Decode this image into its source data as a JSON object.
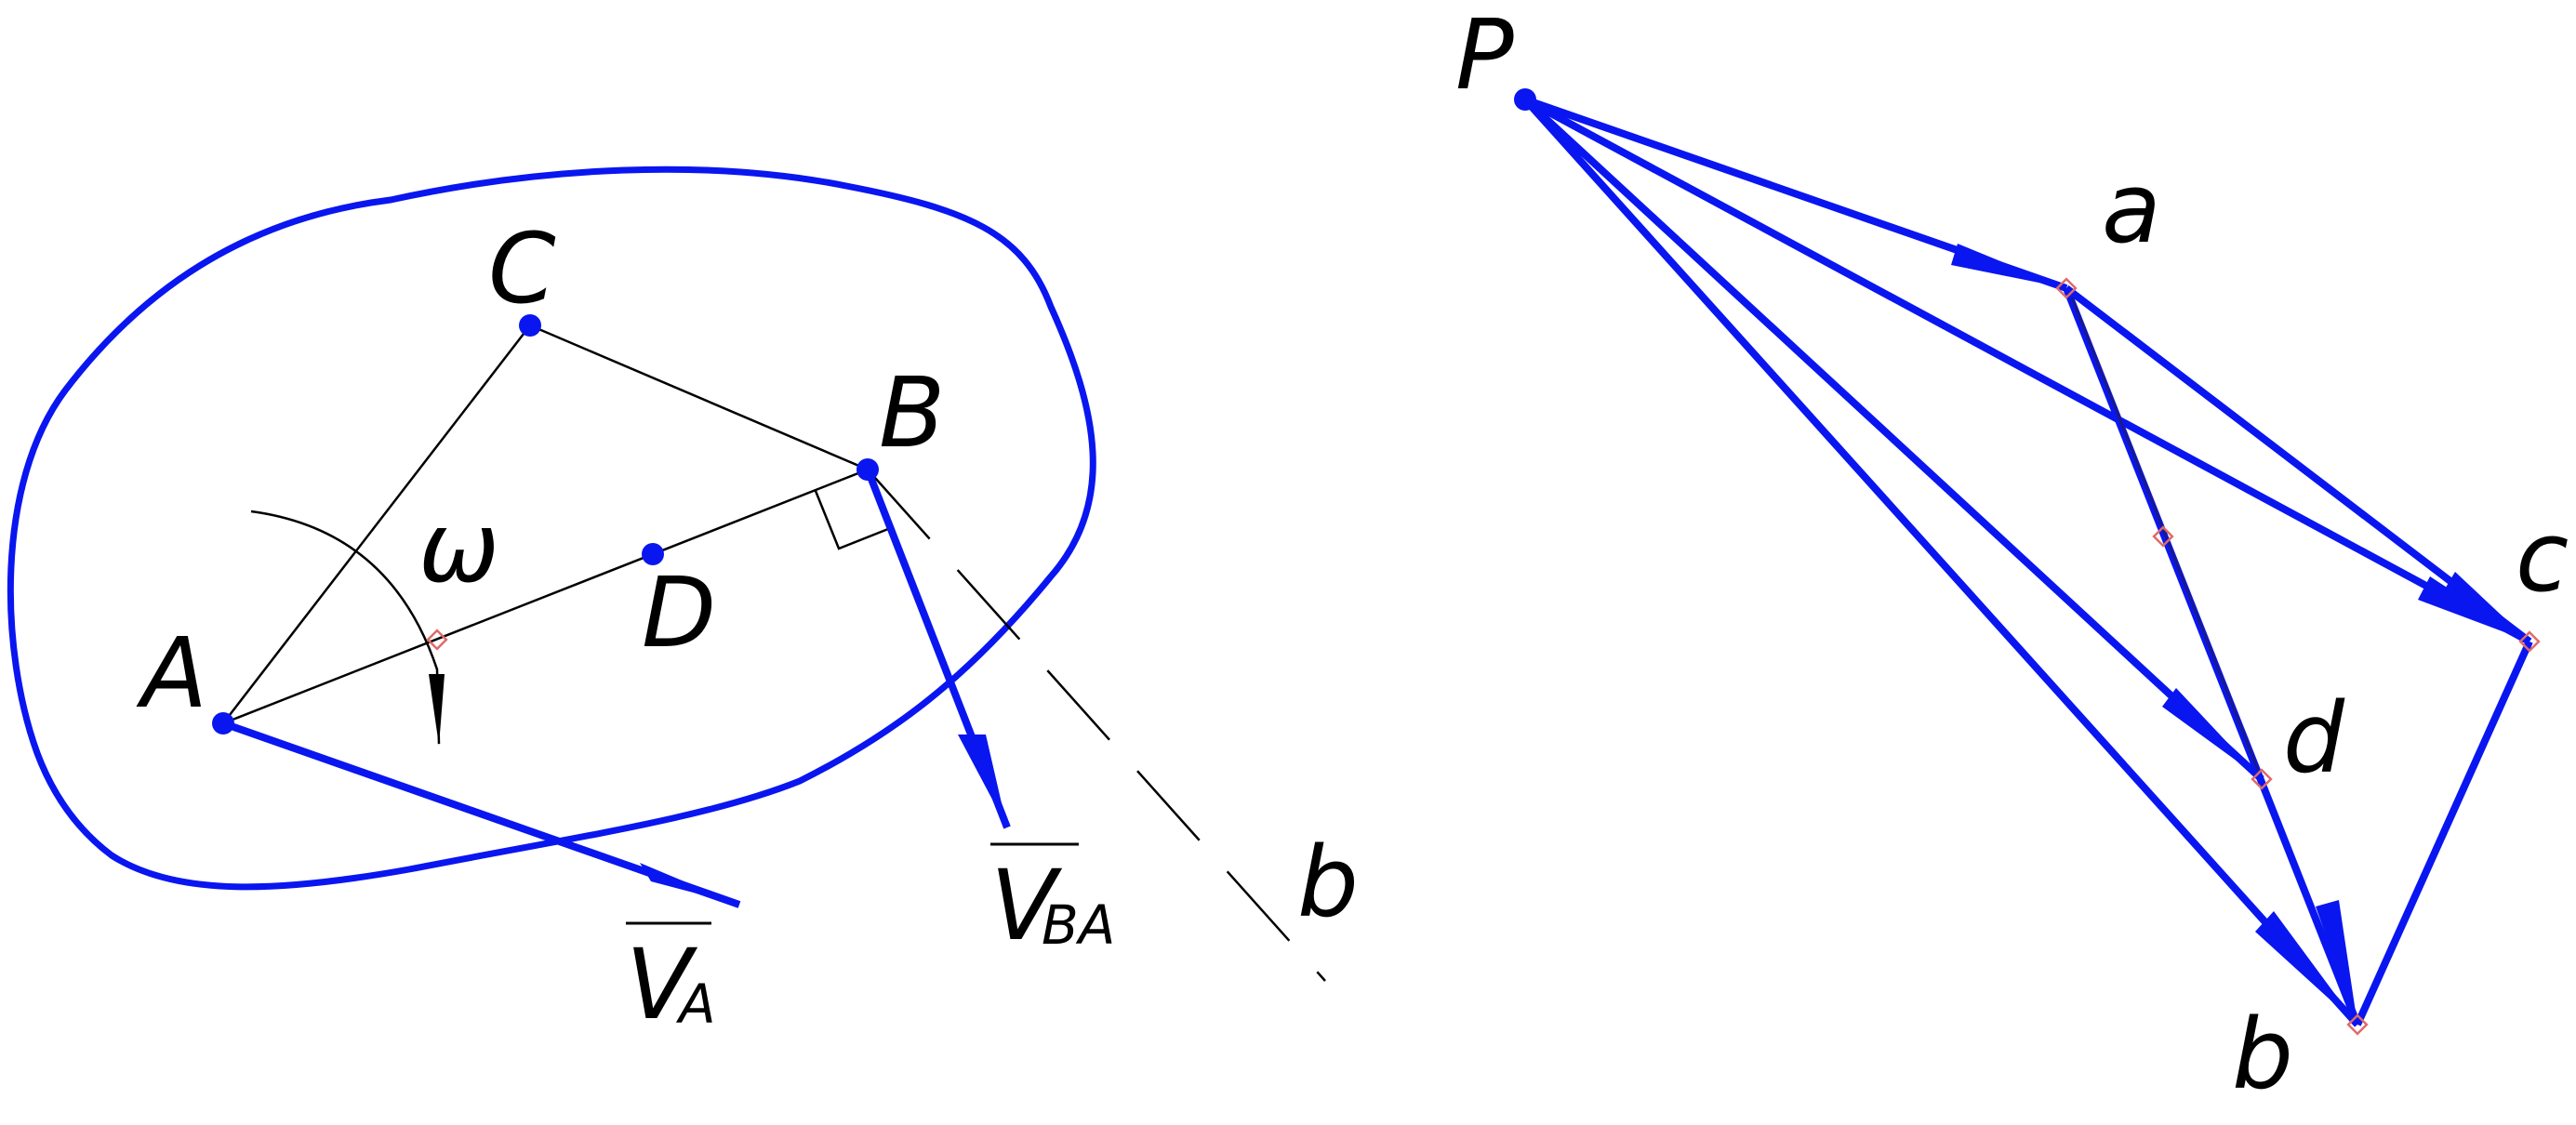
{
  "colors": {
    "vector": "#0a16f0",
    "line": "#000000",
    "marker": "#e06a6a",
    "background": "#ffffff"
  },
  "body_diagram": {
    "point_labels": {
      "A": "A",
      "B": "B",
      "C": "C",
      "D": "D",
      "b": "b"
    },
    "omega_label": "ω",
    "velocity_labels": {
      "VA_main": "V",
      "VA_sub": "A",
      "VBA_main": "V",
      "VBA_sub": "BA"
    }
  },
  "velocity_plan": {
    "point_labels": {
      "P": "P",
      "a": "a",
      "b": "b",
      "c": "c",
      "d": "d"
    }
  }
}
